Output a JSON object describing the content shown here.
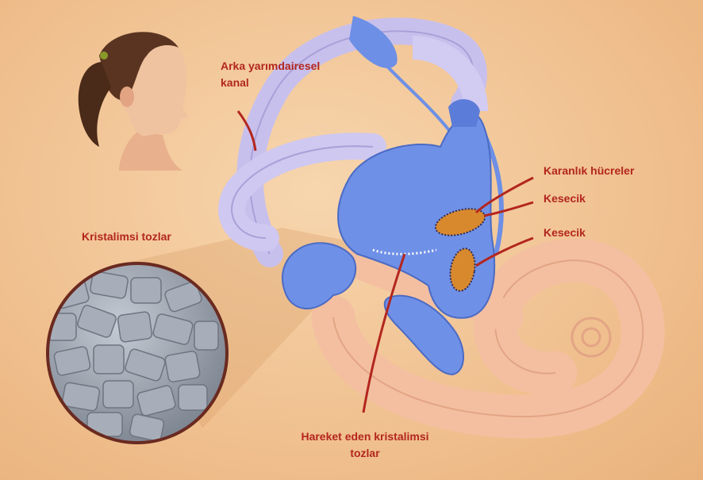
{
  "labels": {
    "posterior_canal": [
      "Arka yarımdairesel",
      "kanal"
    ],
    "crystals": "Kristalimsi tozlar",
    "dark_cells": "Karanlık hücreler",
    "utricle": "Kesecik",
    "saccule": "Kesecik",
    "moving_crystals": [
      "Hareket eden kristalimsi",
      "tozlar"
    ]
  },
  "colors": {
    "label": "#b3261e",
    "background": "#f0c08f",
    "canal": "#c9c2ee",
    "labyrinth": "#6d8fe6",
    "cochlea": "#f5c2a4",
    "crystal": "#9ea6b2",
    "macula": "#d9892d"
  }
}
